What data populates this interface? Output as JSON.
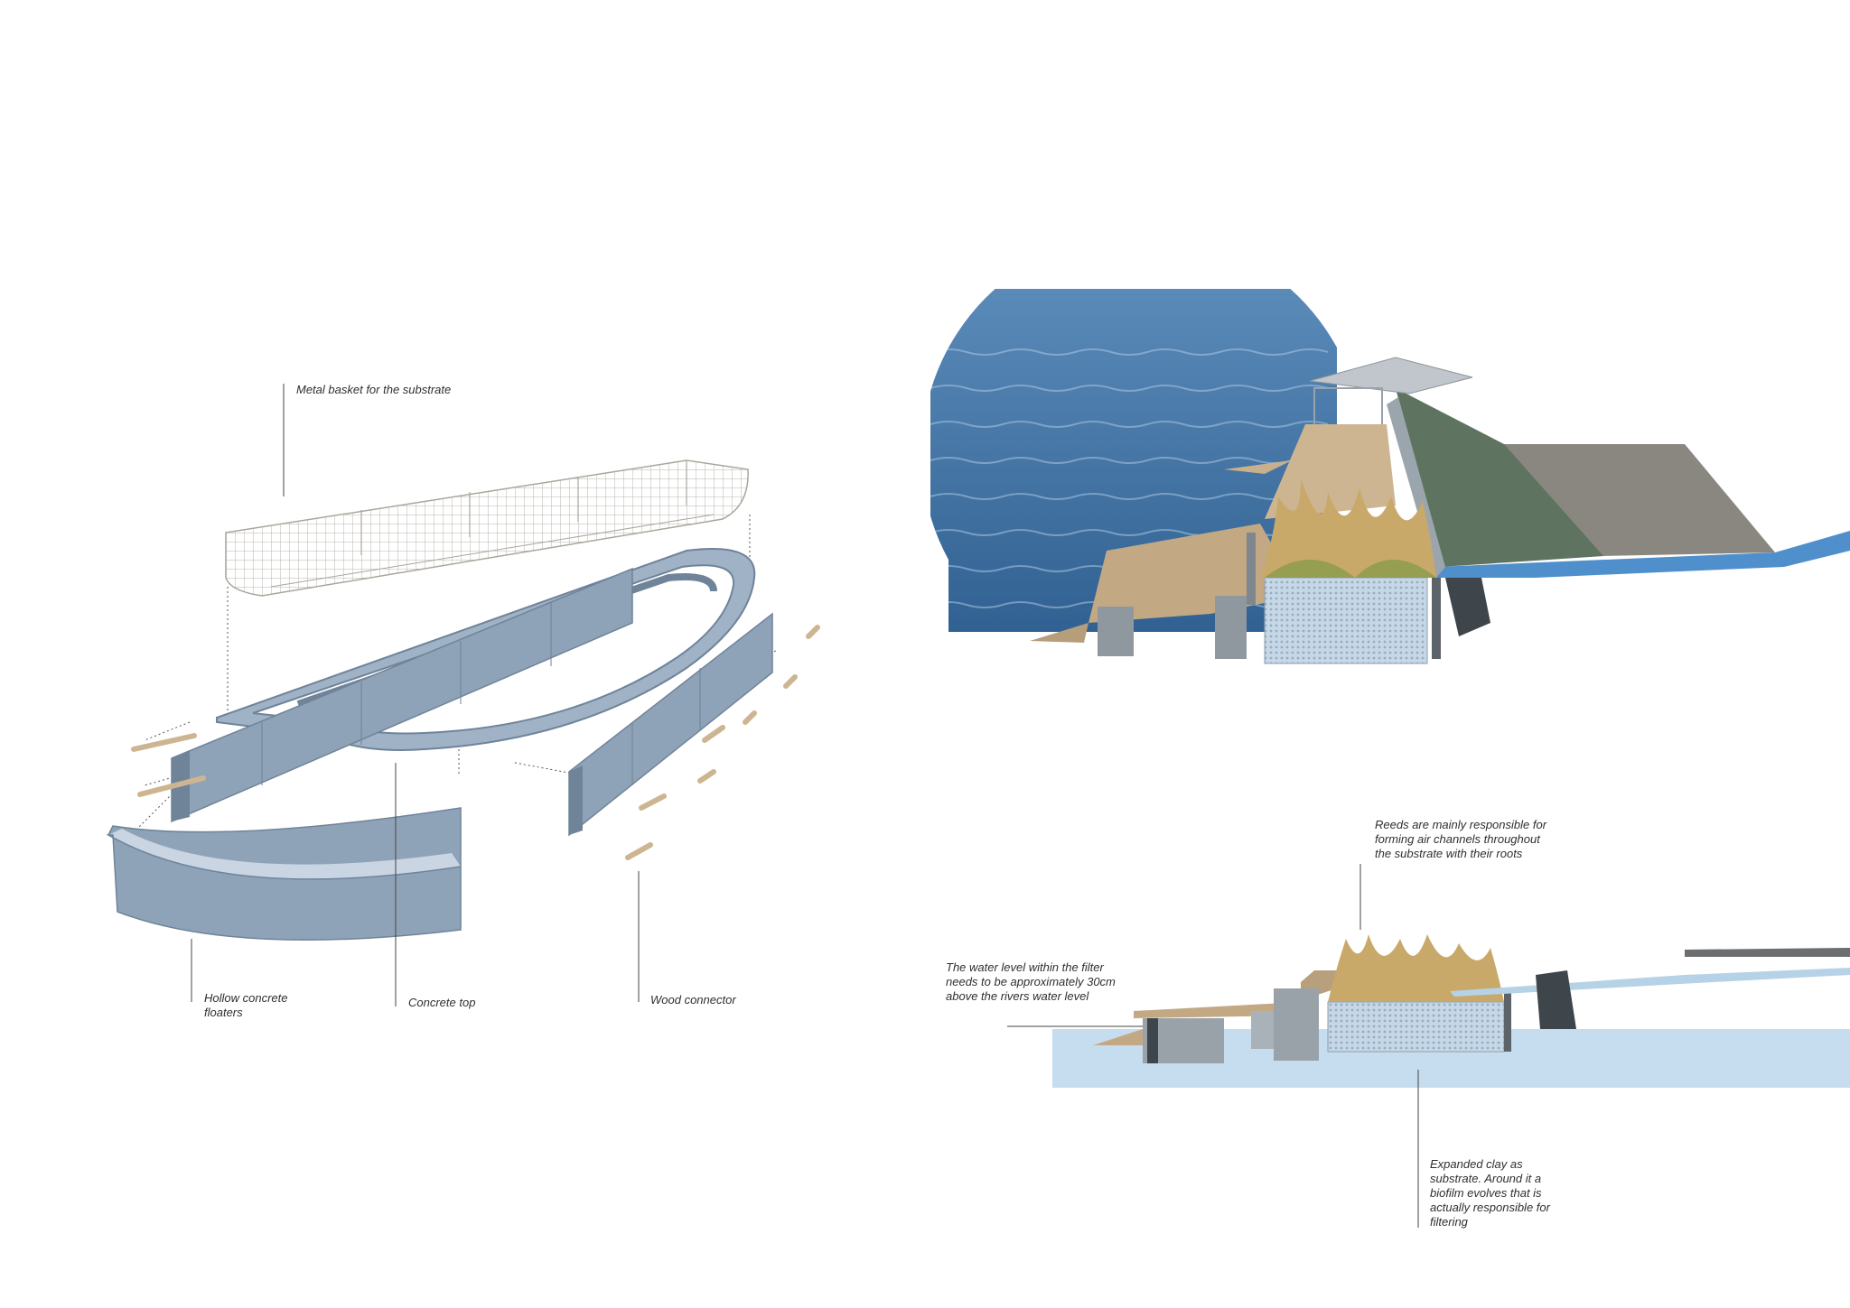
{
  "left_diagram": {
    "labels": {
      "metal_basket": "Metal basket for the substrate",
      "hollow_floaters": "Hollow concrete\nfloaters",
      "concrete_top": "Concrete top",
      "wood_connector": "Wood connector"
    }
  },
  "section_diagram": {
    "labels": {
      "reeds": "Reeds are mainly responsible for\nforming air channels throughout\nthe substrate with their roots",
      "water_level": "The water level within the filter\nneeds to be approximately 30cm\nabove the rivers water level",
      "expanded_clay": "Expanded clay as\nsubstrate. Around it a\nbiofilm evolves that is\nactually responsible for\nfiltering"
    }
  },
  "colors": {
    "concrete": "#8fa3b8",
    "concrete_dark": "#6f8399",
    "water": "#3d6f9e",
    "water_section": "#c6dcef",
    "wood": "#cdb592",
    "reed": "#c8a96a",
    "grass_roof": "#5e7460",
    "asphalt": "#8a8780",
    "basket": "#b9b6ac"
  }
}
